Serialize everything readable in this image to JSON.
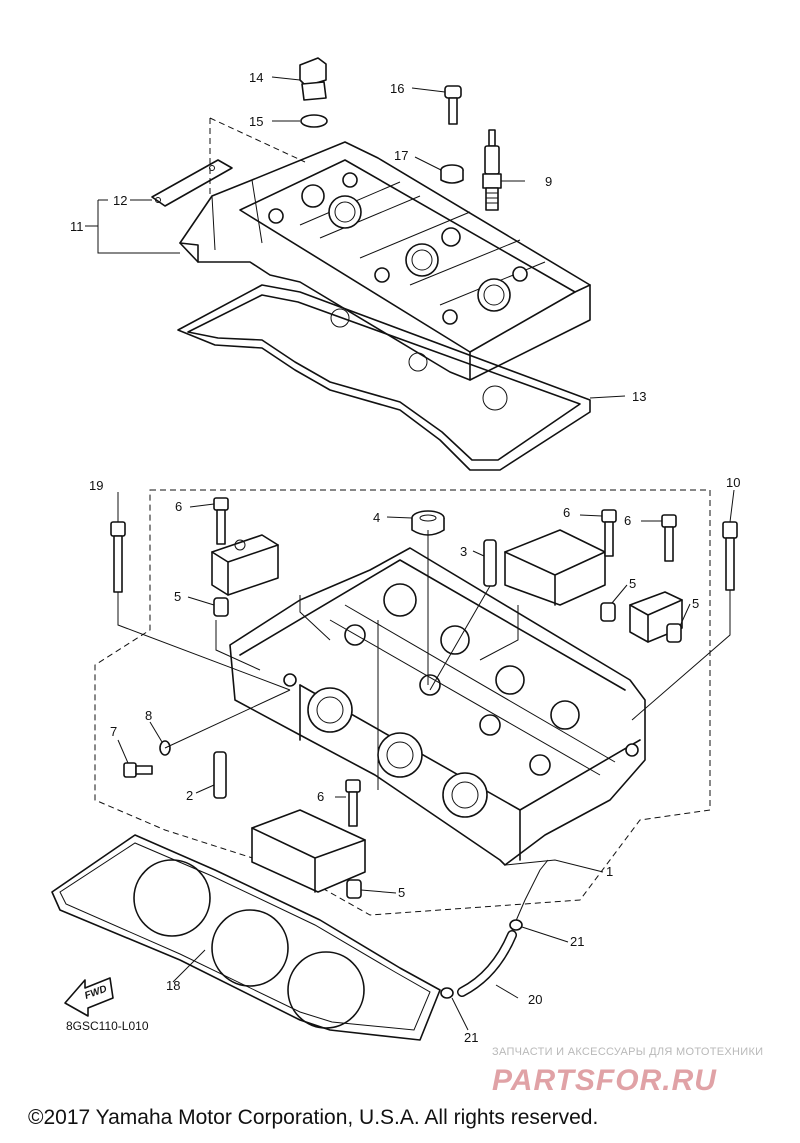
{
  "diagram": {
    "callouts": [
      "1",
      "2",
      "3",
      "4",
      "5",
      "5",
      "5",
      "5",
      "6",
      "6",
      "6",
      "6",
      "7",
      "8",
      "9",
      "10",
      "11",
      "12",
      "13",
      "14",
      "15",
      "16",
      "17",
      "18",
      "19",
      "20",
      "21",
      "21"
    ],
    "diagram_code": "8GSC110-L010",
    "fwd_label": "FWD"
  },
  "watermark": {
    "tagline": "ЗАПЧАСТИ И АКСЕССУАРЫ ДЛЯ МОТОТЕХНИКИ",
    "logo_text": "PARTSFOR.RU",
    "color": "#e0a2a6"
  },
  "footer": {
    "copyright": "©2017 Yamaha Motor Corporation, U.S.A. All rights reserved."
  }
}
